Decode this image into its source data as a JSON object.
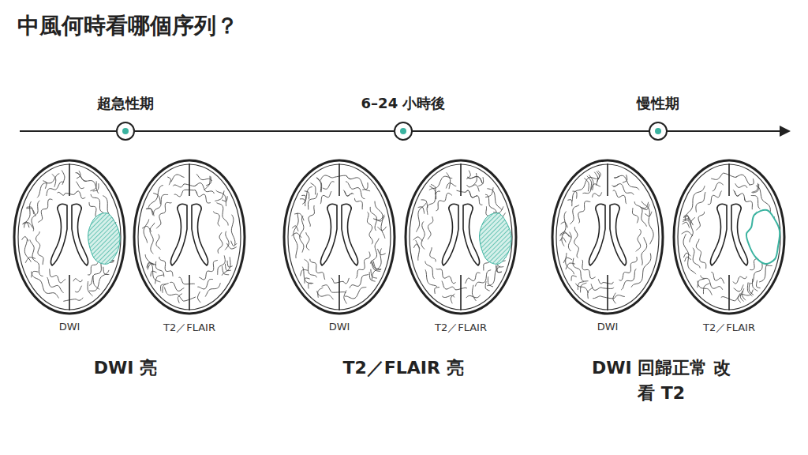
{
  "diagram": {
    "title": "中風何時看哪個序列？",
    "nodes": [
      {
        "text": [
          "DWI"
        ]
      },
      {
        "text": [
          "T2／FLAIR"
        ]
      },
      {
        "text": [
          "DWI"
        ]
      },
      {
        "text": [
          "T2／FLAIR"
        ]
      },
      {
        "text": [
          "DWI"
        ]
      },
      {
        "text": [
          "T2／FLAIR"
        ]
      }
    ],
    "labels": [
      "超急性期",
      "6–24 小時後",
      "慢性期",
      "DWI 亮",
      "T2／FLAIR 亮",
      "DWI 回歸正常 改看 T2"
    ]
  }
}
